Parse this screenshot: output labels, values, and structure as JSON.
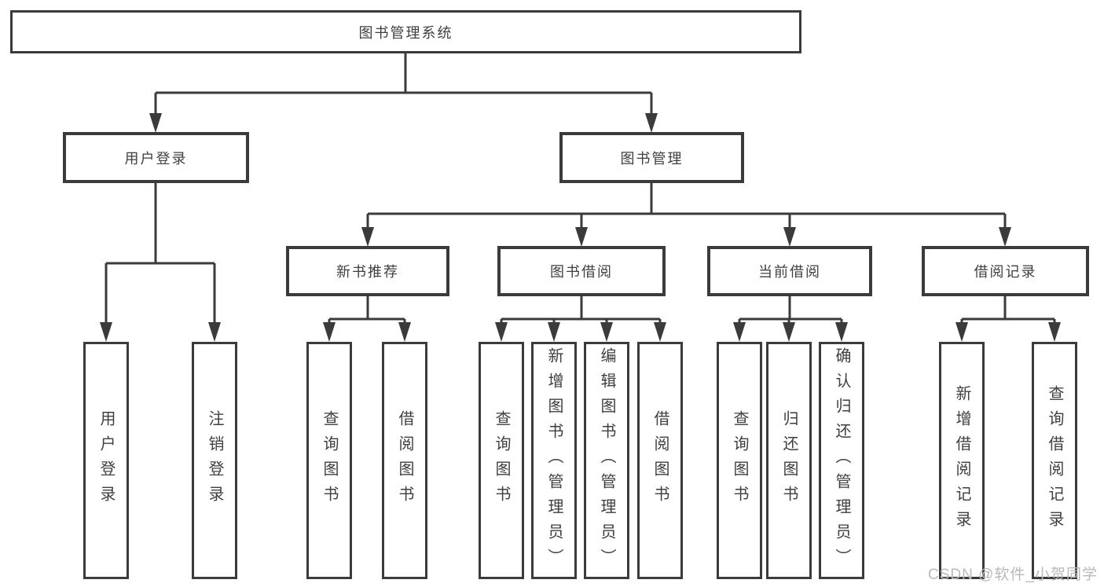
{
  "nodes": {
    "root": "图书管理系统",
    "level2": [
      "用户登录",
      "图书管理"
    ],
    "level3": [
      "新书推荐",
      "图书借阅",
      "当前借阅",
      "借阅记录"
    ],
    "leaves": [
      "用户登录",
      "注销登录",
      "查询图书",
      "借阅图书",
      "查询图书",
      "新增图书（管理员）",
      "编辑图书（管理员）",
      "借阅图书",
      "查询图书",
      "归还图书",
      "确认归还（管理员）",
      "新增借阅记录",
      "查询借阅记录"
    ]
  },
  "watermark": "CSDN @软件_小贺同学",
  "colors": {
    "line": "#3b3b3b",
    "text": "#3f3f3f",
    "watermark": "#b9b9b9",
    "background": "#ffffff",
    "box_fill": "#ffffff"
  }
}
